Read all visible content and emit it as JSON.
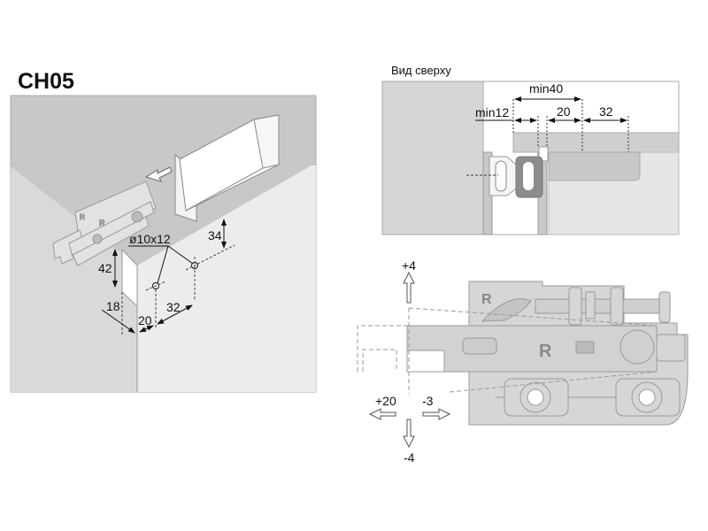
{
  "title": "CH05",
  "isometric_view": {
    "hole_label": "ø10x12",
    "dims": {
      "height_34": "34",
      "height_42": "42",
      "depth_18": "18",
      "offset_20": "20",
      "spacing_32": "32"
    },
    "part_marks": {
      "r_small": "R",
      "r_main": "R"
    }
  },
  "top_view": {
    "caption": "Вид сверху",
    "dims": {
      "min40": "min40",
      "min12": "min12",
      "d20": "20",
      "d32": "32"
    }
  },
  "adjustment_view": {
    "part_marks": {
      "r_top": "R",
      "r_main": "R"
    },
    "adjust": {
      "up": "+4",
      "down": "-4",
      "left": "+20",
      "right": "-3"
    }
  },
  "colors": {
    "ceiling": "#c8c8c8",
    "wall_left": "#d9d9d9",
    "wall_right": "#ececec",
    "part": "#d6d6d6",
    "stroke": "#9a9a9a"
  }
}
